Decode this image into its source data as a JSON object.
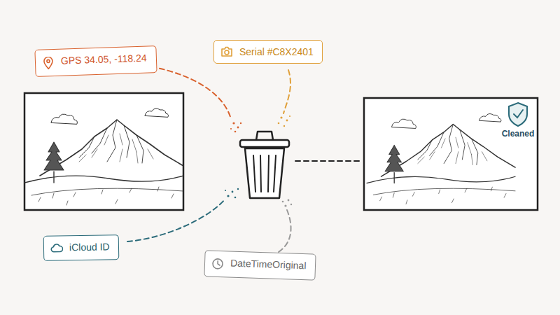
{
  "diagram": {
    "nodes": [
      {
        "text": [
          "GPS 34.05, -118.24"
        ]
      },
      {
        "text": [
          "Serial #C8X2401"
        ]
      },
      {
        "text": [
          "iCloud ID"
        ]
      },
      {
        "text": [
          "DateTimeOriginal"
        ]
      }
    ],
    "labels": [
      "Cleaned"
    ]
  }
}
